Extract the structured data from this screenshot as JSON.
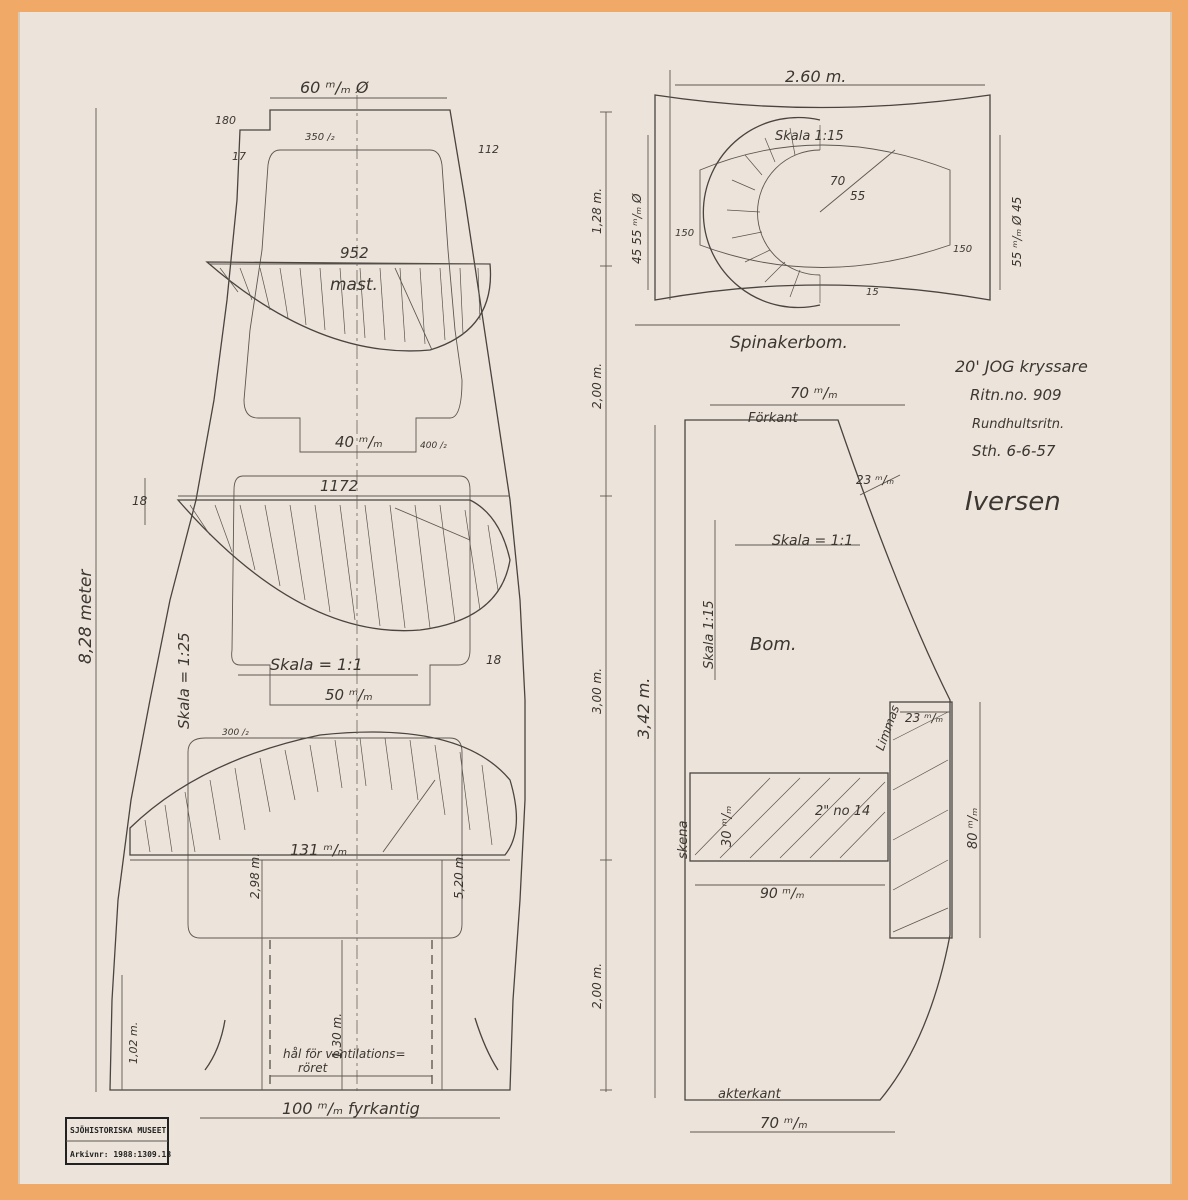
{
  "mast": {
    "title": "mast.",
    "top_dia": "60 ᵐ/ₘ Ø",
    "dim_180": "180",
    "dim_350": "350 /₂",
    "dim_17": "17",
    "dim_112": "112",
    "w_952": "952",
    "w_40": "40 ᵐ/ₘ",
    "dim_400": "400 /₂",
    "dim_18a": "18",
    "w_1172": "1172",
    "scale_side": "Skala = 1:25",
    "scale_mid": "Skala = 1:1",
    "dim_18b": "18",
    "w_50": "50 ᵐ/ₘ",
    "dim_300": "300 /₂",
    "w_1312": "131 ᵐ/ₘ",
    "h_298": "2,98 m.",
    "h_520": "5,20 m.",
    "h_130": "1,30 m.",
    "h_102": "1,02 m.",
    "len_128": "1,28 m.",
    "len_200a": "2,00 m.",
    "len_300": "3,00 m.",
    "len_200b": "2,00 m.",
    "total": "8,28 meter",
    "vent1": "hål för ventilations=",
    "vent2": "röret",
    "base": "100 ᵐ/ₘ fyrkantig"
  },
  "spinnaker": {
    "title": "Spinakerbom.",
    "len": "2.60 m.",
    "scale": "Skala 1:15",
    "r70": "70",
    "d55": "55",
    "dia_left": "45 55 ᵐ/ₘ Ø",
    "dia_right": "55 ᵐ/ₘ Ø 45",
    "d150a": "150",
    "d150b": "150",
    "d15": "15"
  },
  "boom": {
    "width_top": "70 ᵐ/ₘ",
    "forkant": "Förkant",
    "d23a": "23 ᵐ/ₘ",
    "scale_h": "Skala = 1:1",
    "scale_v": "Skala 1:15",
    "title": "Bom.",
    "len": "3,42 m.",
    "limmas": "Limmas",
    "d23b": "23 ᵐ/ₘ",
    "skena": "skena",
    "d30": "30 ᵐ/ₘ",
    "screw": "2\" no 14",
    "h80": "80 ᵐ/ₘ",
    "w90": "90 ᵐ/ₘ",
    "akterkant": "akterkant",
    "width_bottom": "70 ᵐ/ₘ"
  },
  "titleblock": {
    "line1": "20' JOG kryssare",
    "line2": "Ritn.no. 909",
    "line3": "Rundhultsritn.",
    "line4": "Sth. 6-6-57",
    "signature": "Iversen"
  },
  "stamp": {
    "museum": "SJÖHISTORISKA MUSEET",
    "archive": "Arkivnr: 1988:1309.13"
  }
}
